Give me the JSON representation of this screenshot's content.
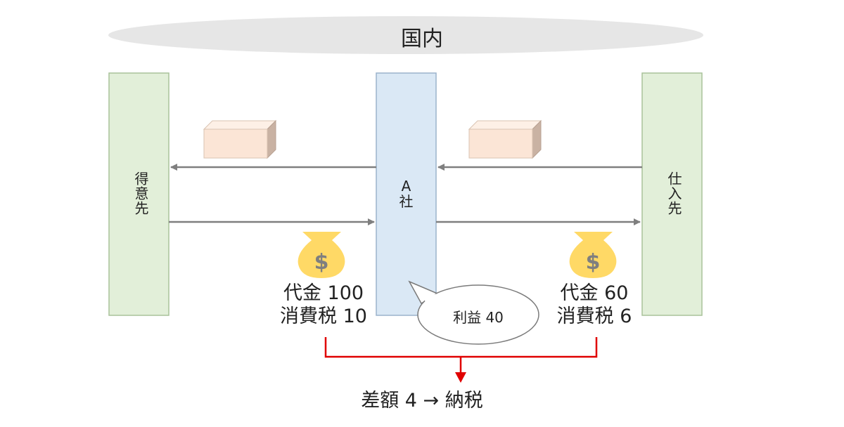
{
  "region": {
    "title": "国内"
  },
  "customer": {
    "label": "得意先"
  },
  "company": {
    "label_line1": "A",
    "label_line2": "社"
  },
  "supplier": {
    "label": "仕入先"
  },
  "sale": {
    "price": "代金 100",
    "tax": "消費税 10"
  },
  "purchase": {
    "price": "代金 60",
    "tax": "消費税 6"
  },
  "profit": {
    "label": "利益 40"
  },
  "result": {
    "label": "差額 4 → 納税"
  },
  "icons": {
    "coin": "$"
  },
  "colors": {
    "party_fill": "#e2efd9",
    "party_stroke": "#a9c29a",
    "company_fill": "#dae8f5",
    "company_stroke": "#9bb3cc",
    "arrow": "#7f7f7f",
    "result_arrow": "#e00000",
    "bag": "#ffd966",
    "ellipse": "#e6e6e6",
    "box": "#fbe5d6"
  }
}
